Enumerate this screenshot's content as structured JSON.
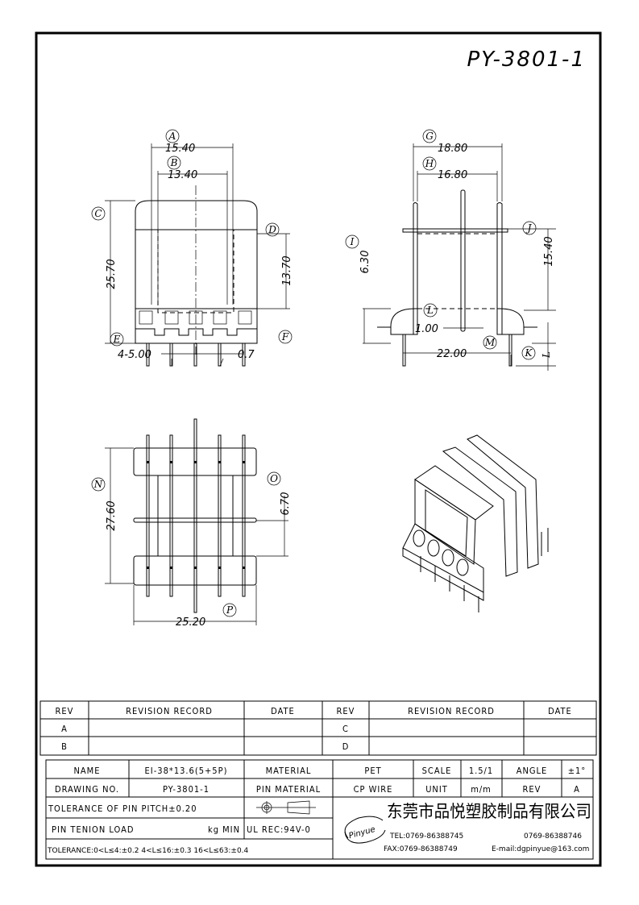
{
  "title": "PY-3801-1",
  "front_view": {
    "dims": {
      "A": "15.40",
      "B": "13.40",
      "C": "25.70",
      "D": "13.70",
      "pitch": "4-5.00",
      "pin": "0.7"
    },
    "labels": {
      "A": "A",
      "B": "B",
      "C": "C",
      "D": "D",
      "E": "E",
      "F": "F"
    }
  },
  "side_view": {
    "dims": {
      "G": "18.80",
      "H": "16.80",
      "I": "6.30",
      "J": "15.40",
      "L": "1.00",
      "M": "22.00"
    },
    "labels": {
      "G": "G",
      "H": "H",
      "I": "I",
      "J": "J",
      "K": "K",
      "L": "L",
      "M": "M",
      "L2": "L"
    }
  },
  "bottom_view": {
    "dims": {
      "N": "27.60",
      "O": "6.70",
      "P": "25.20"
    },
    "labels": {
      "N": "N",
      "O": "O",
      "P": "P"
    }
  },
  "revision_table": {
    "headers": [
      "REV",
      "REVISION RECORD",
      "DATE",
      "REV",
      "REVISION RECORD",
      "DATE"
    ],
    "rows": [
      [
        "A",
        "",
        "",
        "C",
        "",
        ""
      ],
      [
        "B",
        "",
        "",
        "D",
        "",
        ""
      ]
    ]
  },
  "title_block": {
    "name_label": "NAME",
    "name_value": "EI-38*13.6(5+5P)",
    "material_label": "MATERIAL",
    "material_value": "PET",
    "scale_label": "SCALE",
    "scale_value": "1.5/1",
    "angle_label": "ANGLE",
    "angle_value": "±1°",
    "drawing_no_label": "DRAWING NO.",
    "drawing_no_value": "PY-3801-1",
    "pin_material_label": "PIN MATERIAL",
    "pin_material_value": "CP WIRE",
    "unit_label": "UNIT",
    "unit_value": "m/m",
    "rev_label": "REV",
    "rev_value": "A",
    "pin_pitch_tolerance": "TOLERANCE OF PIN PITCH±0.20",
    "pin_tension_label": "PIN TENION LOAD",
    "pin_tension_unit": "kg MIN",
    "ul_rec": "UL REC:94V-0",
    "tolerance": "TOLERANCE:0<L≤4:±0.2  4<L≤16:±0.3  16<L≤63:±0.4",
    "company": "东莞市品悦塑胶制品有限公司",
    "logo_text": "Pinyue",
    "tel": "TEL:0769-86388745",
    "tel2": "0769-86388746",
    "fax": "FAX:0769-86388749",
    "email": "E-mail:dgpinyue@163.com"
  }
}
